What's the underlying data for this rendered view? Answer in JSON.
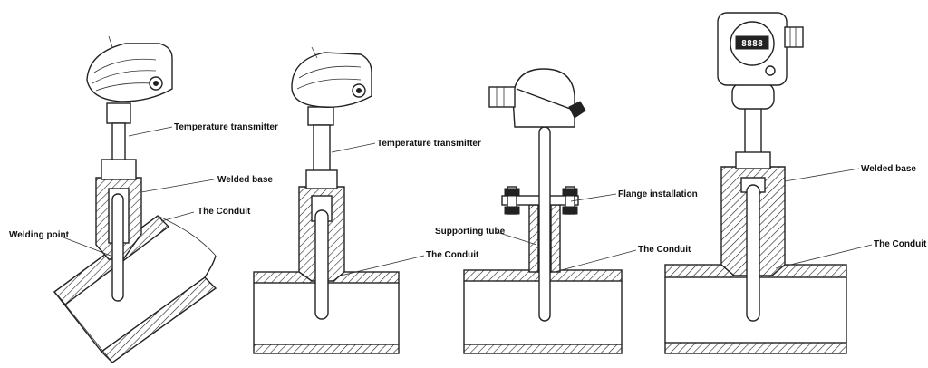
{
  "labels": {
    "d1_transmitter": "Temperature transmitter",
    "d1_welded_base": "Welded base",
    "d1_conduit": "The Conduit",
    "d1_welding_point": "Welding point",
    "d2_transmitter": "Temperature transmitter",
    "d2_conduit": "The Conduit",
    "d3_flange": "Flange installation",
    "d3_supporting_tube": "Supporting tube",
    "d3_conduit": "The Conduit",
    "d4_welded_base": "Welded base",
    "d4_conduit": "The Conduit"
  },
  "display_digits": "8888"
}
